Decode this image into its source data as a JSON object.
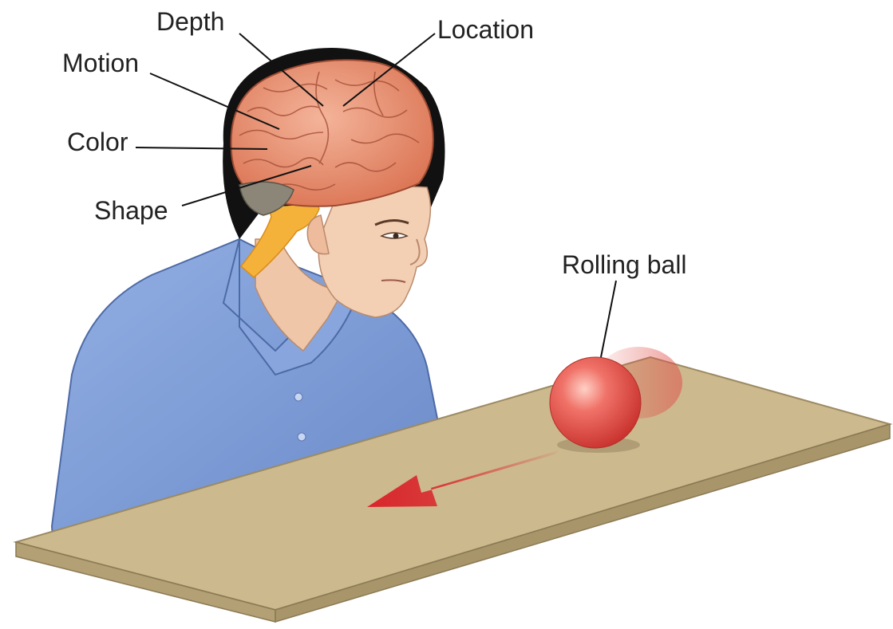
{
  "labels": {
    "depth": "Depth",
    "location": "Location",
    "motion": "Motion",
    "color": "Color",
    "shape": "Shape",
    "rolling_ball": "Rolling ball"
  },
  "colors": {
    "shirt": "#7f9fd8",
    "skin": "#f3cfb4",
    "hair": "#111111",
    "brain": "#e88e72",
    "spinal_cord": "#f5b23a",
    "table_top": "#cdb98e",
    "ball": "#e0504a",
    "arrow": "#d9262c"
  }
}
